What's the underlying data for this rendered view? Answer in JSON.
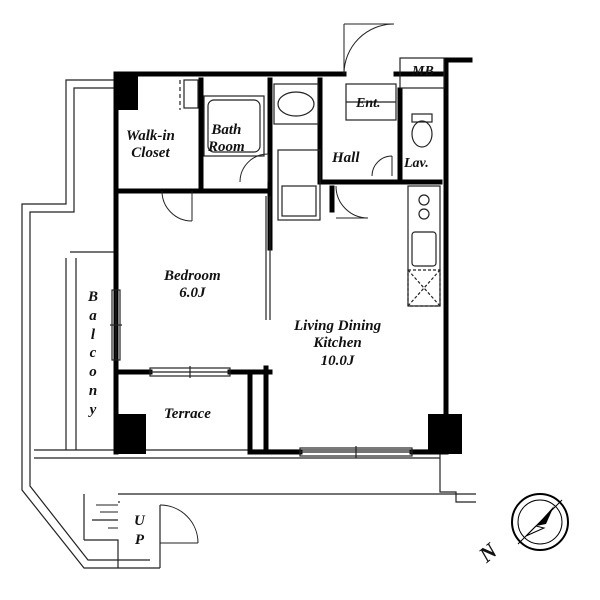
{
  "labels": {
    "mb": "MB",
    "ent": "Ent.",
    "walk_in_closet": {
      "line1": "Walk-in",
      "line2": "Closet"
    },
    "bath_room": {
      "line1": "Bath",
      "line2": "Room"
    },
    "hall": "Hall",
    "lav": "Lav.",
    "bedroom": {
      "name": "Bedroom",
      "size": "6.0J"
    },
    "ldk": {
      "line1": "Living Dining",
      "line2": "Kitchen",
      "size": "10.0J"
    },
    "balcony_letters": [
      "B",
      "a",
      "l",
      "c",
      "o",
      "n",
      "y"
    ],
    "terrace": "Terrace",
    "up_letters": [
      "U",
      "P"
    ],
    "compass_letter": "N"
  }
}
